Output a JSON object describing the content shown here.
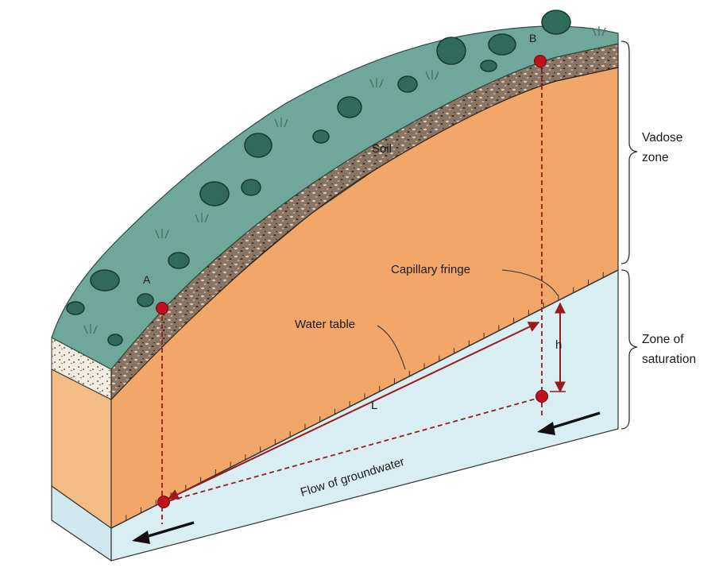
{
  "labels": {
    "point_a": "A",
    "point_b": "B",
    "soil": "Soil",
    "capillary_fringe": "Capillary fringe",
    "water_table": "Water table",
    "flow": "Flow of groundwater",
    "length": "L",
    "head": "h",
    "vadose_line1": "Vadose",
    "vadose_line2": "zone",
    "saturation_line1": "Zone of",
    "saturation_line2": "saturation"
  },
  "colors": {
    "grass": "#6fa89a",
    "shrub": "#2f6b58",
    "soil": "#8a7463",
    "sand": "#f2a768",
    "sand_side": "#f5bd85",
    "water": "#d8eef2",
    "marker": "#c0121c",
    "guide": "#9a1b1b"
  }
}
